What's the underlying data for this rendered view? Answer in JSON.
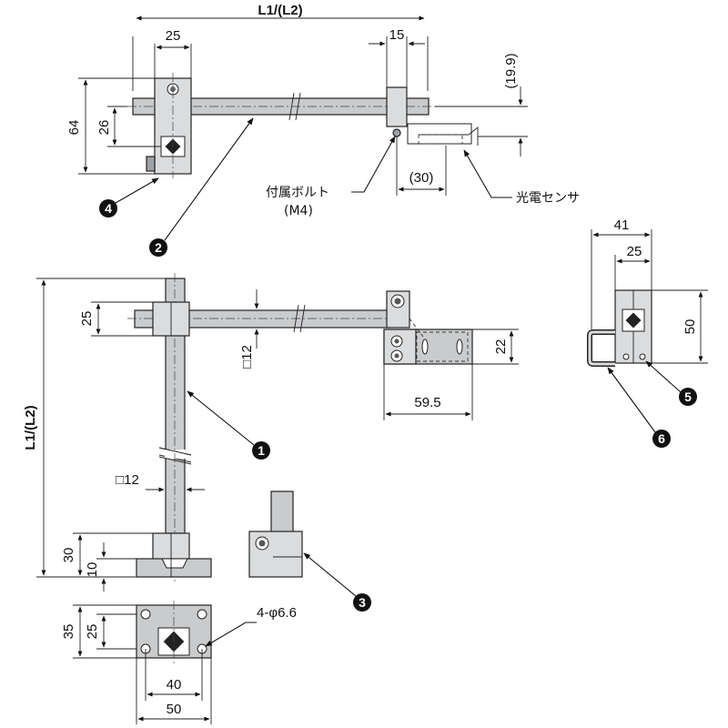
{
  "dimensions": {
    "top_length": "L1/(L2)",
    "top_block_width": "25",
    "top_clamp_width": "15",
    "top_sensor_height": "(19.9)",
    "top_height": "64",
    "top_screw_height": "26",
    "bolt_offset": "(30)",
    "main_side_length": "L1/(L2)",
    "main_block_height": "25",
    "pole_square": "□12",
    "pole_square_lower": "□12",
    "bracket_height": "22",
    "bracket_width": "59.5",
    "base_height": "30",
    "base_slot": "10",
    "base_plate_depth": "35",
    "base_hole_pitch_v": "25",
    "base_hole_pitch_h": "40",
    "base_plate_width": "50",
    "base_holes": "4-φ6.6",
    "side_width": "41",
    "side_inner": "25",
    "side_height": "50"
  },
  "labels": {
    "included_bolt": "付属ボルト",
    "bolt_size": "(M4)",
    "photo_sensor": "光電センサ"
  },
  "callouts": {
    "c1": "1",
    "c2": "2",
    "c3": "3",
    "c4": "4",
    "c5": "5",
    "c6": "6"
  }
}
